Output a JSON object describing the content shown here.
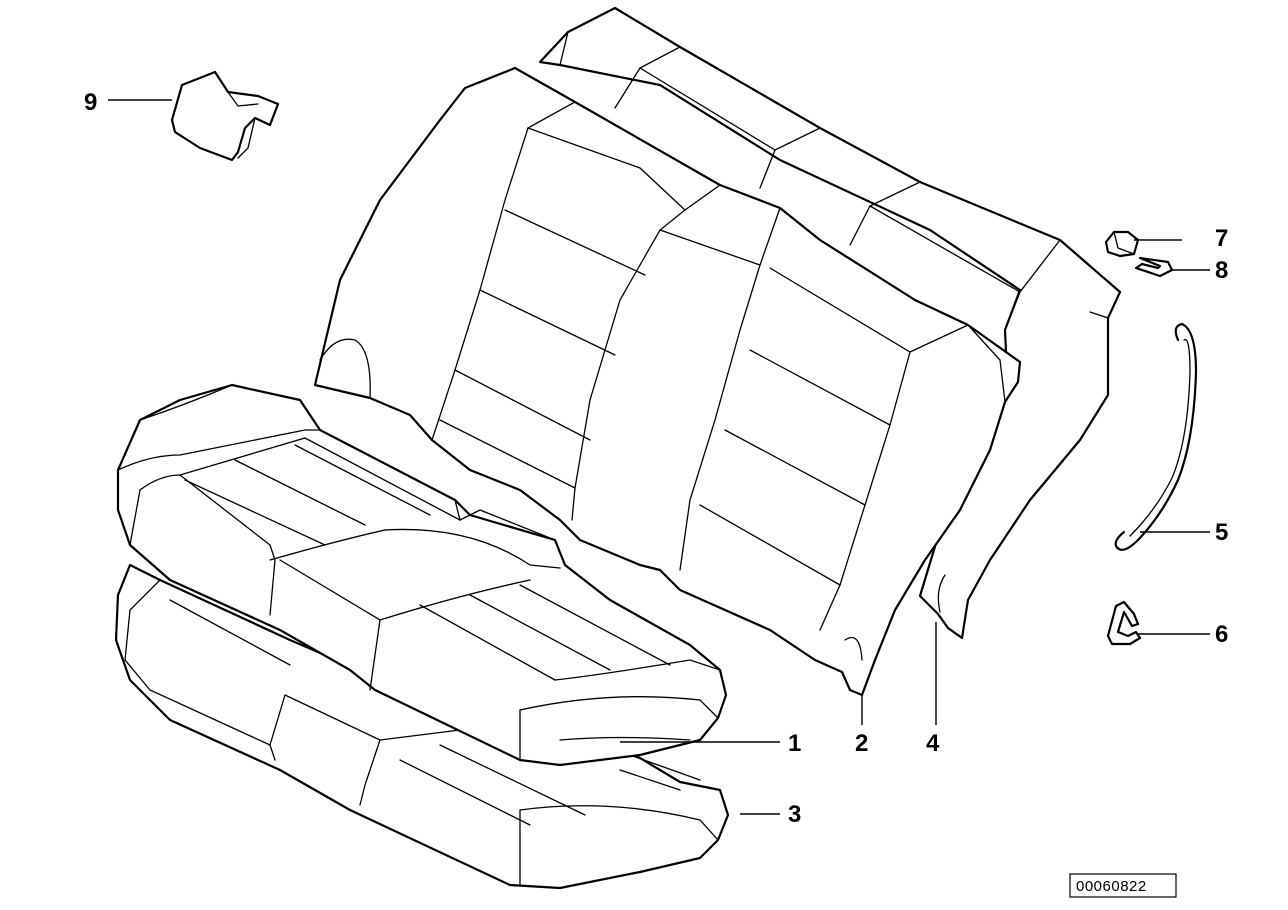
{
  "diagram": {
    "reference_number": "00060822",
    "callouts": [
      {
        "id": "1",
        "label": "1"
      },
      {
        "id": "2",
        "label": "2"
      },
      {
        "id": "3",
        "label": "3"
      },
      {
        "id": "4",
        "label": "4"
      },
      {
        "id": "5",
        "label": "5"
      },
      {
        "id": "6",
        "label": "6"
      },
      {
        "id": "7",
        "label": "7"
      },
      {
        "id": "8",
        "label": "8"
      },
      {
        "id": "9",
        "label": "9"
      }
    ],
    "parts": [
      {
        "callout": "1",
        "icon": "seat-cushion-cover-shape"
      },
      {
        "callout": "2",
        "icon": "backrest-cover-shape"
      },
      {
        "callout": "3",
        "icon": "seat-cushion-foam-shape"
      },
      {
        "callout": "4",
        "icon": "backrest-foam-shape"
      },
      {
        "callout": "5",
        "icon": "tension-wire-shape"
      },
      {
        "callout": "6",
        "icon": "clip-shape"
      },
      {
        "callout": "7",
        "icon": "clamp-shape"
      },
      {
        "callout": "8",
        "icon": "bracket-clip-shape"
      },
      {
        "callout": "9",
        "icon": "cover-cap-shape"
      }
    ],
    "colors": {
      "line": "#000000",
      "background": "#ffffff"
    }
  }
}
